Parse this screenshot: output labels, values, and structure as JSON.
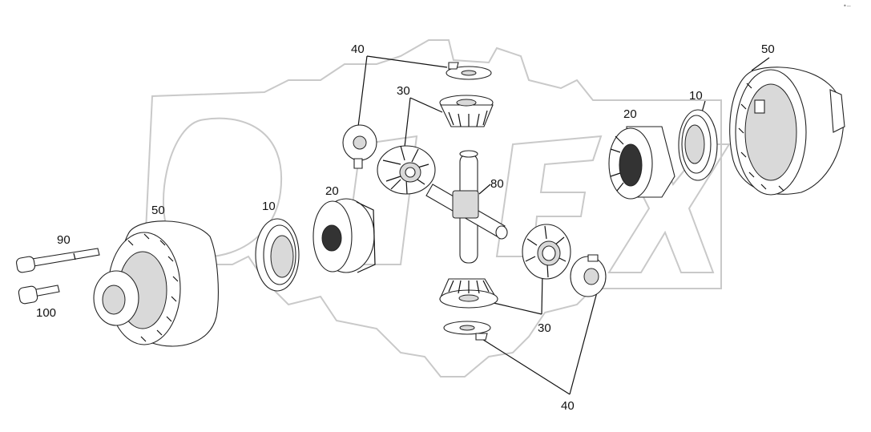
{
  "diagram": {
    "corner_mark": "•—",
    "callouts": {
      "c40_top": "40",
      "c40_bottom": "40",
      "c30_top": "30",
      "c30_bottom": "30",
      "c80": "80",
      "c20_left": "20",
      "c20_right": "20",
      "c10_left": "10",
      "c10_right": "10",
      "c50_left": "50",
      "c50_right": "50",
      "c90": "90",
      "c100": "100"
    },
    "watermark_icon": "gear-watermark-icon",
    "colors": {
      "line": "#111111",
      "watermark": "#c9c9c9",
      "shade": "#d9d9d9"
    }
  }
}
